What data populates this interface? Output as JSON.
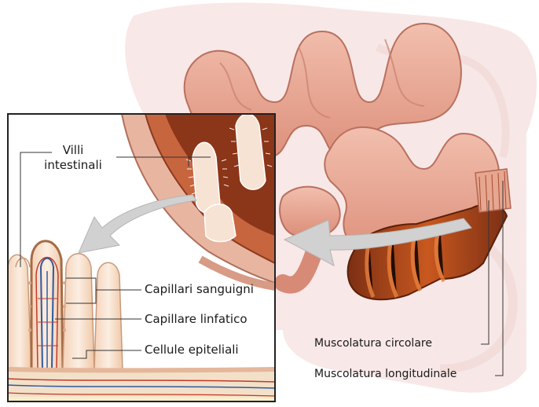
{
  "labels": {
    "villi_line1": "Villi",
    "villi_line2": "intestinali",
    "capillari_sanguigni": "Capillari sanguigni",
    "capillare_linfatico": "Capillare linfatico",
    "cellule_epiteliali": "Cellule epiteliali",
    "muscolatura_circolare": "Muscolatura circolare",
    "muscolatura_longitudinale": "Muscolatura longitudinale"
  },
  "colors": {
    "background": "#ffffff",
    "faded_intestine": "#f3dcdc",
    "intestine_outer": "#e9a596",
    "intestine_inner": "#c96b55",
    "muscle_dark": "#8a3a1c",
    "muscle_stripe": "#d9692d",
    "villus_fill": "#f9e2cf",
    "villus_outline": "#c99a7a",
    "blood_capillary": "#c23a2a",
    "lymph_capillary": "#2f5aa0",
    "arrow_fill": "#cfcfcf",
    "leader_line": "#333333",
    "inset_border": "#222222"
  }
}
